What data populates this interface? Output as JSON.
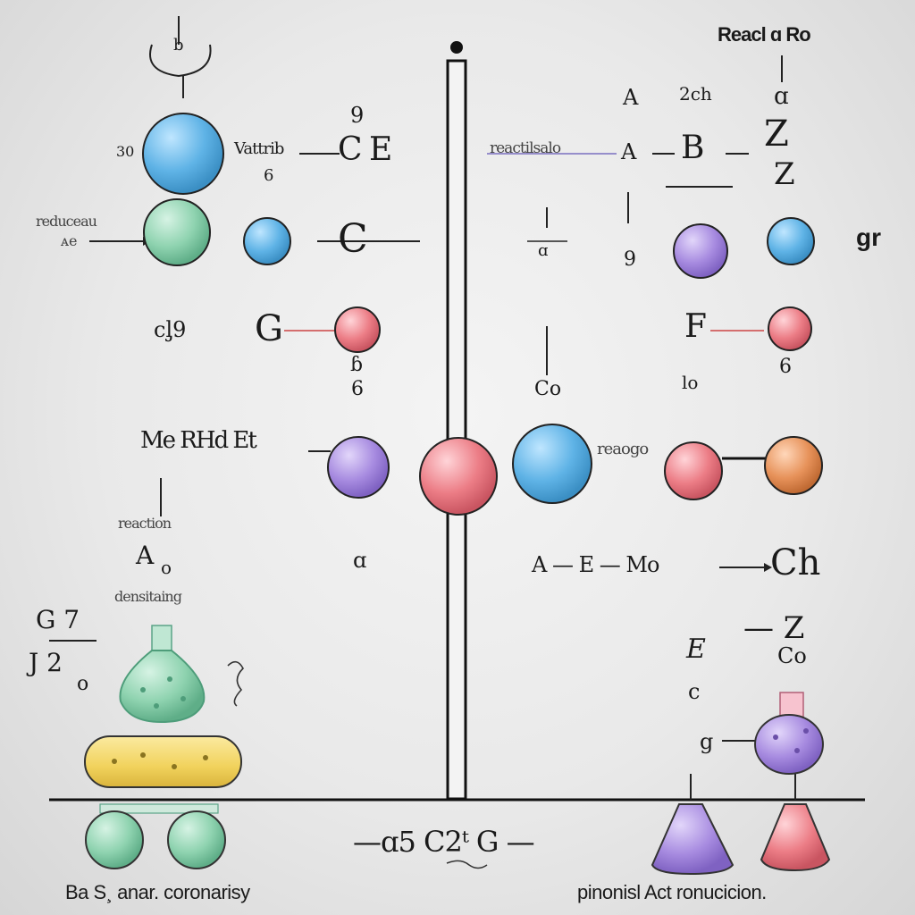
{
  "header": {
    "title": "Reacl  ɑ Ro"
  },
  "colors": {
    "blue": "#5fb3e6",
    "green": "#8fd3b0",
    "purple": "#a78be0",
    "pink": "#ec7d86",
    "orange": "#e7925a",
    "yellow": "#f1d25c"
  },
  "labels": {
    "top_left_b": "b",
    "num_9": "9",
    "vattrib": "Vattrib",
    "num_6": "6",
    "c_e": "C  E",
    "num_30": "30",
    "reduce_left": "reduceau",
    "ae_left": "ᴀe",
    "c_arrow": "C",
    "d_left": "cᶅ9",
    "g_left": "G",
    "b_low": "ɓ",
    "six_low": "6",
    "me_row": "Me RHd  Et",
    "four_low": "ɑ",
    "rachon": "reaction",
    "a_left": "A",
    "o_left": "o",
    "dens": "densitaing",
    "g7": "G 7",
    "j2": "J 2",
    "o_small": "o",
    "bottom_formula": "—ɑ5 C2ᵗ G —",
    "bottom_caption_left": "Ba S¸ anar. coronarisy",
    "two_ch": "2ch",
    "reaction_right": "reactilsalo",
    "a_mid": "A",
    "b_mid": "B",
    "z_top": "Z",
    "z_mid": "Z",
    "gr": "gr",
    "c_small_right": "ɑ",
    "nine_right": "9",
    "f_right": "F",
    "co_mid": "Co",
    "lo": "lo",
    "six_right": "6",
    "reaogo": "reaogo",
    "chain_right": "A — E — Mo",
    "ch_right": "Ch",
    "e_right": "E",
    "z_low": "— Z",
    "co_low": "Co",
    "c_low": "c",
    "g_low_right": "g",
    "bottom_caption_right": "pinonisl Act ronucicion."
  }
}
